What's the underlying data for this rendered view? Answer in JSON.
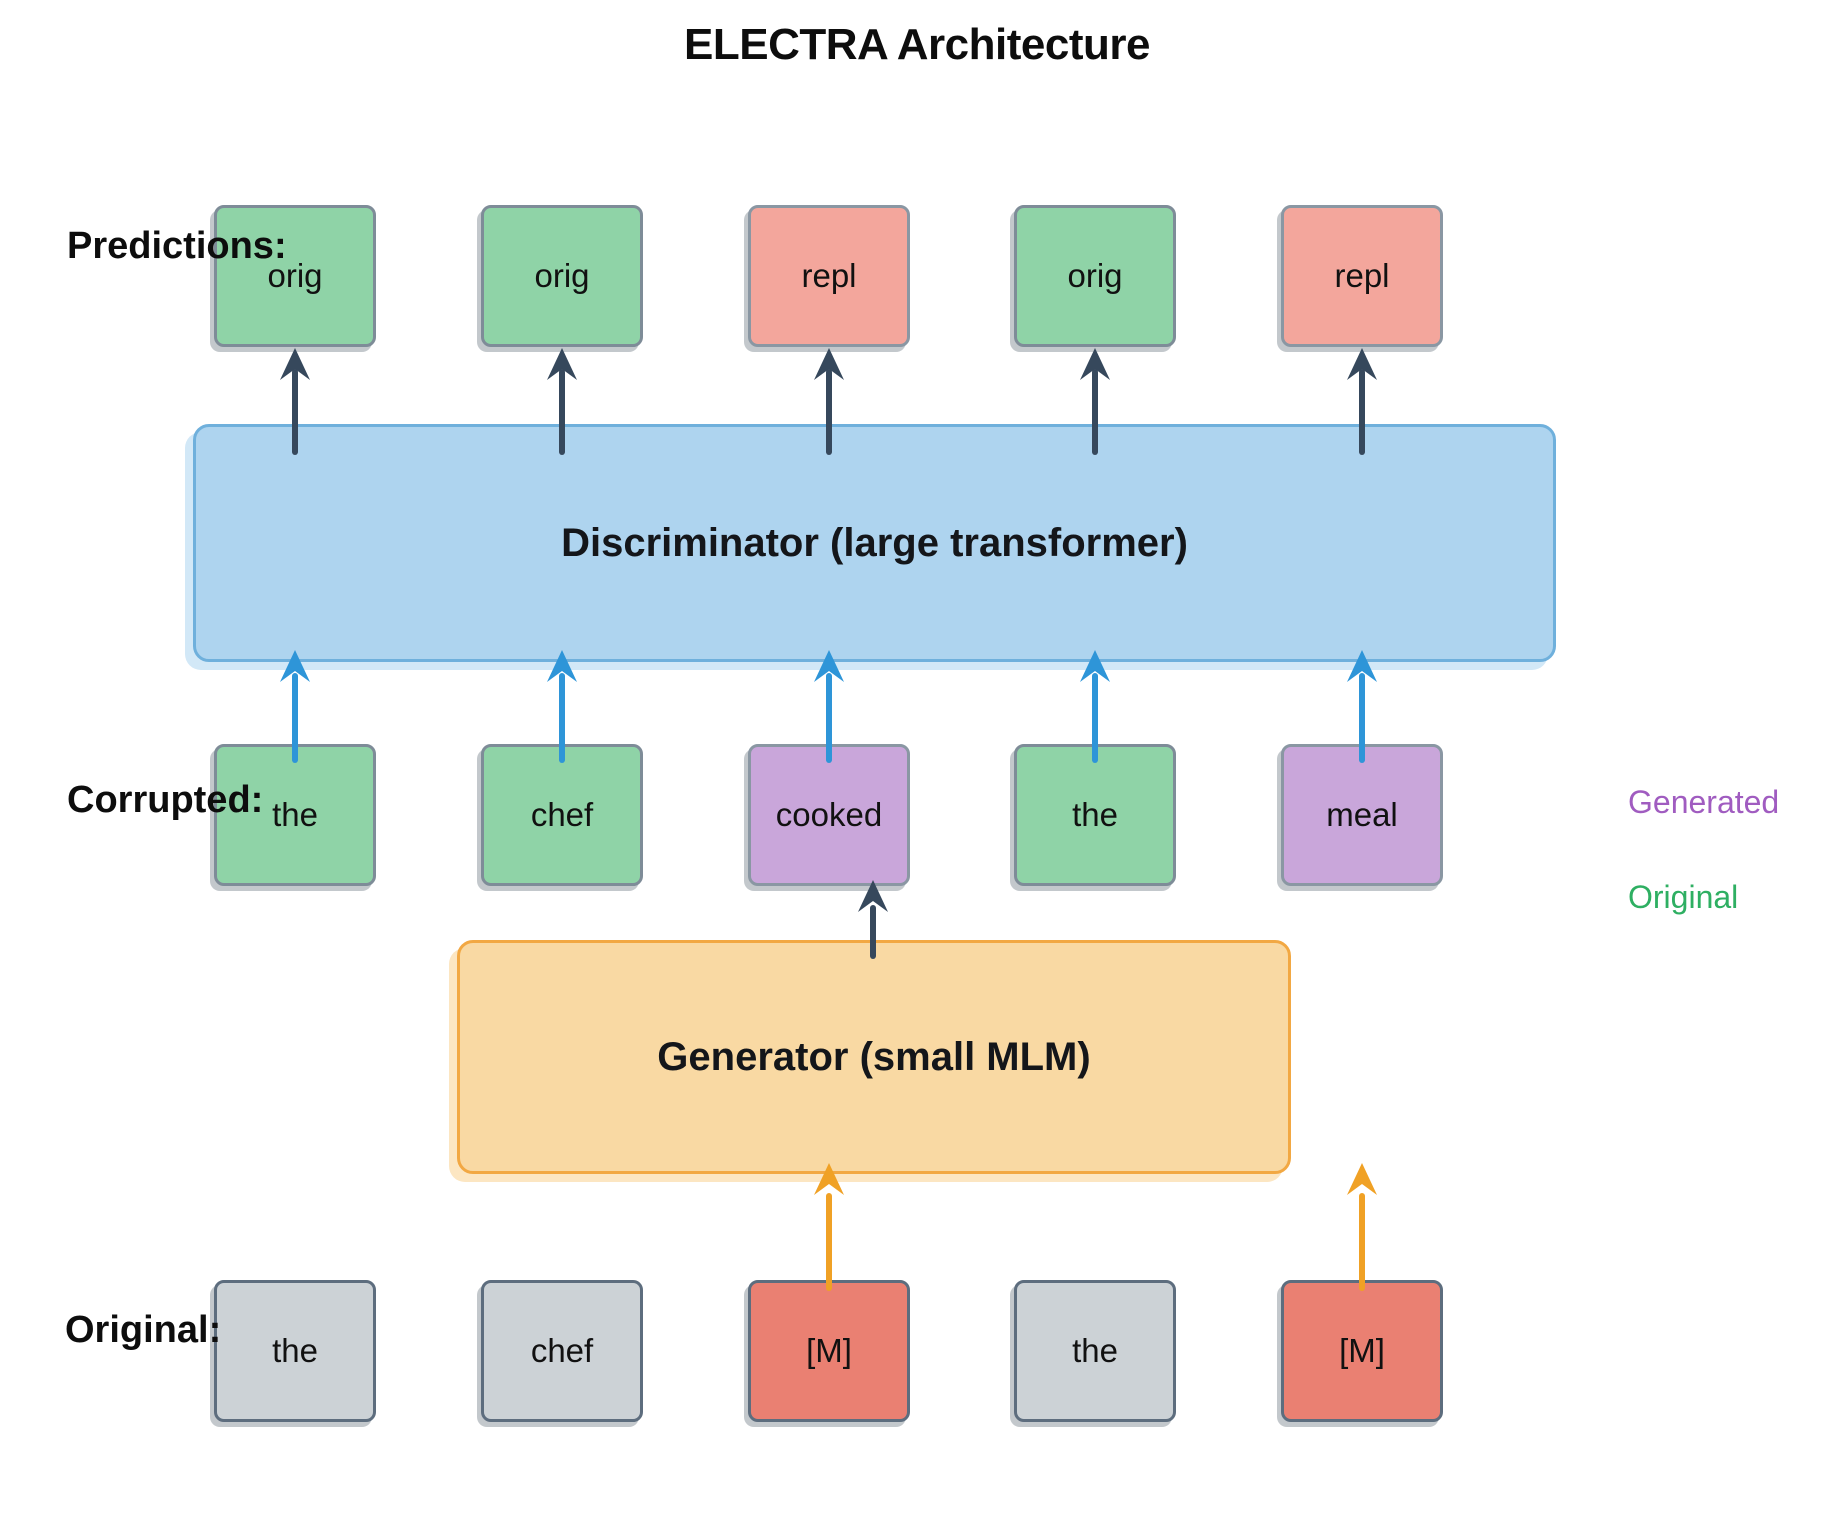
{
  "title": "ELECTRA Architecture",
  "rows": {
    "predictions": {
      "label": "Predictions:",
      "tokens": [
        {
          "text": "orig",
          "variant": "original"
        },
        {
          "text": "orig",
          "variant": "original"
        },
        {
          "text": "repl",
          "variant": "replaced"
        },
        {
          "text": "orig",
          "variant": "original"
        },
        {
          "text": "repl",
          "variant": "replaced"
        }
      ]
    },
    "corrupted": {
      "label": "Corrupted:",
      "tokens": [
        {
          "text": "the",
          "variant": "original"
        },
        {
          "text": "chef",
          "variant": "original"
        },
        {
          "text": "cooked",
          "variant": "generated"
        },
        {
          "text": "the",
          "variant": "original"
        },
        {
          "text": "meal",
          "variant": "generated"
        }
      ]
    },
    "original": {
      "label": "Original:",
      "tokens": [
        {
          "text": "the",
          "variant": "plain"
        },
        {
          "text": "chef",
          "variant": "plain"
        },
        {
          "text": "[M]",
          "variant": "masked"
        },
        {
          "text": "the",
          "variant": "plain"
        },
        {
          "text": "[M]",
          "variant": "masked"
        }
      ]
    }
  },
  "blocks": {
    "discriminator": {
      "label": "Discriminator (large transformer)"
    },
    "generator": {
      "label": "Generator (small MLM)"
    }
  },
  "legend": {
    "generated": {
      "label": "Generated",
      "color": "#a05cc0"
    },
    "original": {
      "label": "Original",
      "color": "#2eaf62"
    }
  },
  "colors": {
    "original_token_fill": "#8fd3a7",
    "generated_token_fill": "#c9a6da",
    "replaced_token_fill": "#f3a69c",
    "plain_token_fill": "#ccd2d6",
    "masked_token_fill": "#ea8072",
    "discriminator_fill": "#aed4ef",
    "discriminator_border": "#6fb0dc",
    "generator_fill": "#f9d9a3",
    "generator_border": "#f2a843",
    "dark_arrow": "#36485c",
    "blue_arrow": "#2e95d8",
    "orange_arrow": "#f0a125"
  }
}
